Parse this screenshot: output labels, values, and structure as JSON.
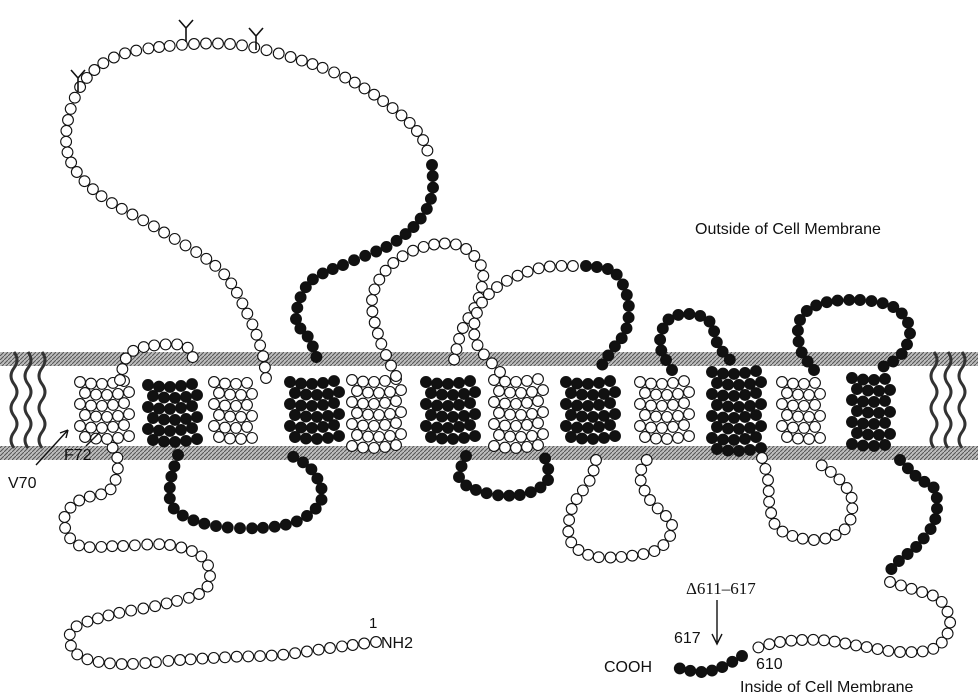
{
  "labels": {
    "outside": "Outside of Cell Membrane",
    "inside": "Inside of Cell Membrane",
    "v70": "V70",
    "f72": "F72",
    "n_index": "1",
    "nh2": "NH2",
    "cooh": "COOH",
    "deletion": "Δ611–617",
    "pos617": "617",
    "pos610": "610"
  },
  "colors": {
    "residue_filled": "#111111",
    "residue_open": "#ffffff",
    "residue_stroke": "#111111",
    "membrane": "#8a8a8a"
  },
  "residue_count": {
    "transmembrane_helices": 12,
    "glycosylation_sites": 3
  }
}
